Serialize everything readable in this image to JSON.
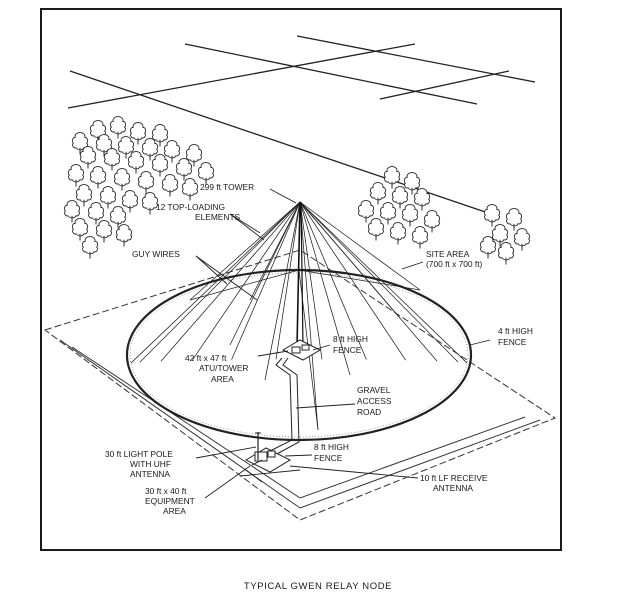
{
  "caption": "TYPICAL GWEN RELAY NODE",
  "labels": {
    "tower": "299 ft TOWER",
    "top_loading_1": "12 TOP-LOADING",
    "top_loading_2": "ELEMENTS",
    "guy_wires": "GUY WIRES",
    "site_area_1": "SITE AREA",
    "site_area_2": "(700 ft x 700 ft)",
    "fence_4ft_1": "4 ft HIGH",
    "fence_4ft_2": "FENCE",
    "fence_8ft_upper_1": "8 ft HIGH",
    "fence_8ft_upper_2": "FENCE",
    "atu_1": "42 ft x 47 ft",
    "atu_2": "ATU/TOWER",
    "atu_3": "AREA",
    "gravel_1": "GRAVEL",
    "gravel_2": "ACCESS",
    "gravel_3": "ROAD",
    "fence_8ft_lower_1": "8 ft HIGH",
    "fence_8ft_lower_2": "FENCE",
    "light_pole_1": "30 ft LIGHT POLE",
    "light_pole_2": "WITH UHF",
    "light_pole_3": "ANTENNA",
    "receive_1": "10 ft LF RECEIVE",
    "receive_2": "ANTENNA",
    "equipment_1": "30 ft x 40 ft",
    "equipment_2": "EQUIPMENT",
    "equipment_3": "AREA"
  }
}
